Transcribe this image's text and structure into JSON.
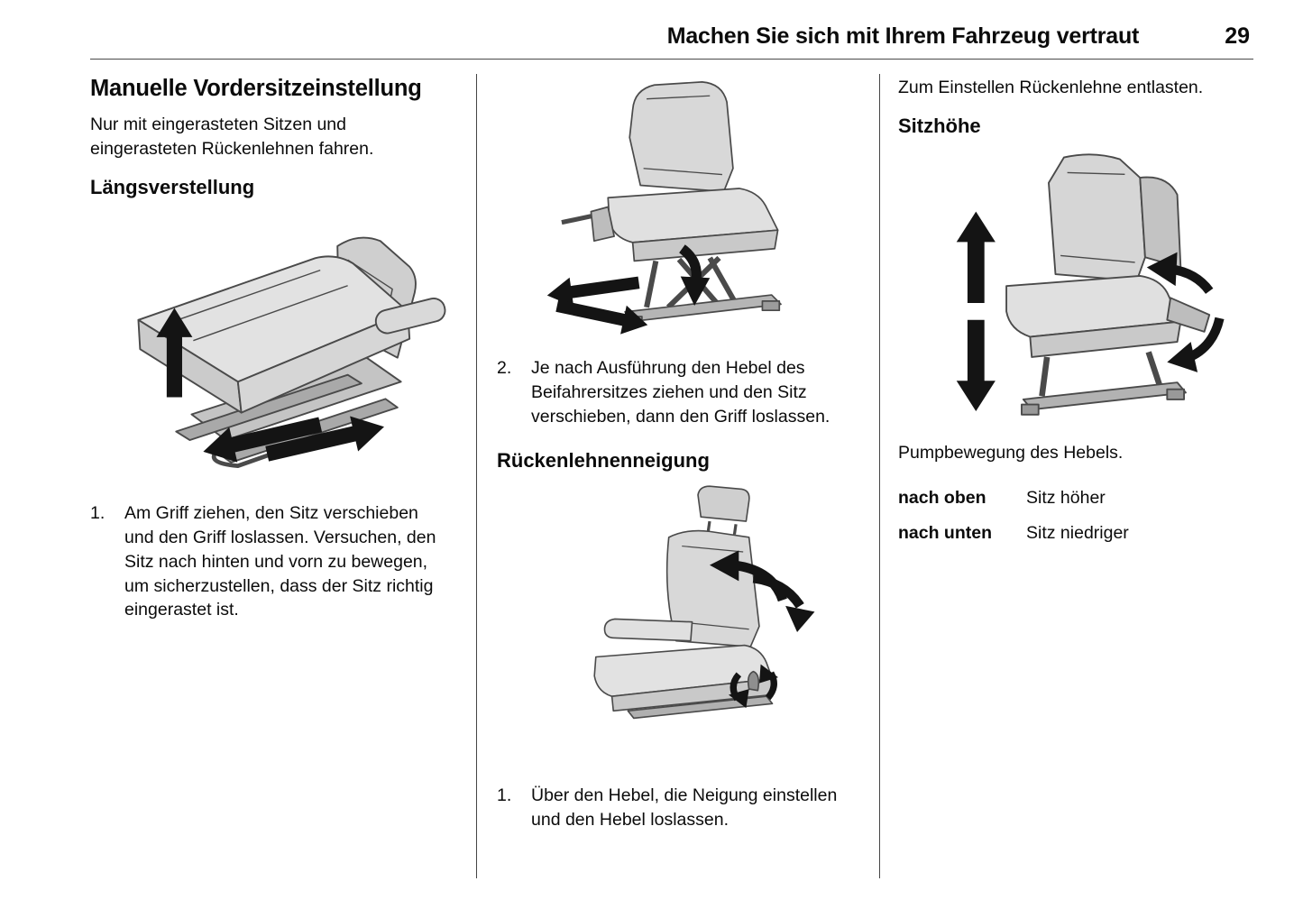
{
  "header": {
    "title": "Machen Sie sich mit Ihrem Fahrzeug vertraut",
    "page_number": "29"
  },
  "left": {
    "heading": "Manuelle Vordersitzeinstellung",
    "intro": "Nur mit eingerasteten Sitzen und eingerasteten Rückenlehnen fahren.",
    "subheading": "Längsverstellung",
    "step": {
      "number": "1.",
      "text": "Am Griff ziehen, den Sitz verschieben und den Griff loslassen. Versuchen, den Sitz nach hinten und vorn zu bewegen, um sicherzustellen, dass der Sitz richtig eingerastet ist."
    }
  },
  "middle": {
    "step2": {
      "number": "2.",
      "text": "Je nach Ausführung den Hebel des Beifahrersitzes ziehen und den Sitz verschieben, dann den Griff loslassen."
    },
    "subheading": "Rückenlehnenneigung",
    "step1": {
      "number": "1.",
      "text": "Über den Hebel, die Neigung einstellen und den Hebel loslassen."
    }
  },
  "right": {
    "intro": "Zum Einstellen Rückenlehne entlasten.",
    "subheading": "Sitzhöhe",
    "caption": "Pumpbewegung des Hebels.",
    "settings": [
      {
        "term": "nach oben",
        "value": "Sitz höher"
      },
      {
        "term": "nach unten",
        "value": "Sitz niedriger"
      }
    ]
  }
}
